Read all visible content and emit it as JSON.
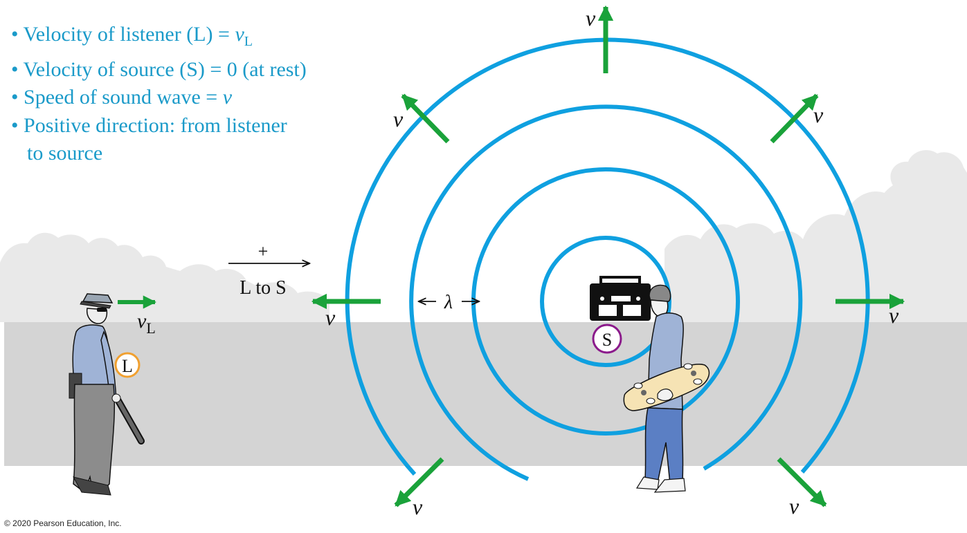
{
  "bullets": {
    "item1_prefix": "• Velocity of listener (L) = ",
    "item1_var": "v",
    "item1_sub": "L",
    "item2": "• Velocity of source (S) = 0 (at rest)",
    "item3_prefix": "• Speed of sound wave = ",
    "item3_var": "v",
    "item4_line1": "• Positive direction: from listener",
    "item4_line2": "to source"
  },
  "direction": {
    "sign": "+",
    "label": "L to S"
  },
  "wavelength_label": "λ",
  "wave_speed_label": "v",
  "listener": {
    "velocity_var": "v",
    "velocity_sub": "L",
    "badge": "L",
    "badge_color": "#f0a030"
  },
  "source": {
    "badge": "S",
    "badge_color": "#8b1a8b"
  },
  "colors": {
    "wavefront": "#0fa0e0",
    "arrow": "#1aa23a",
    "text_blue": "#1a9ac9",
    "ground": "#d4d4d4",
    "background_trees": "#e9e9e9"
  },
  "copyright": "© 2020 Pearson Education, Inc."
}
